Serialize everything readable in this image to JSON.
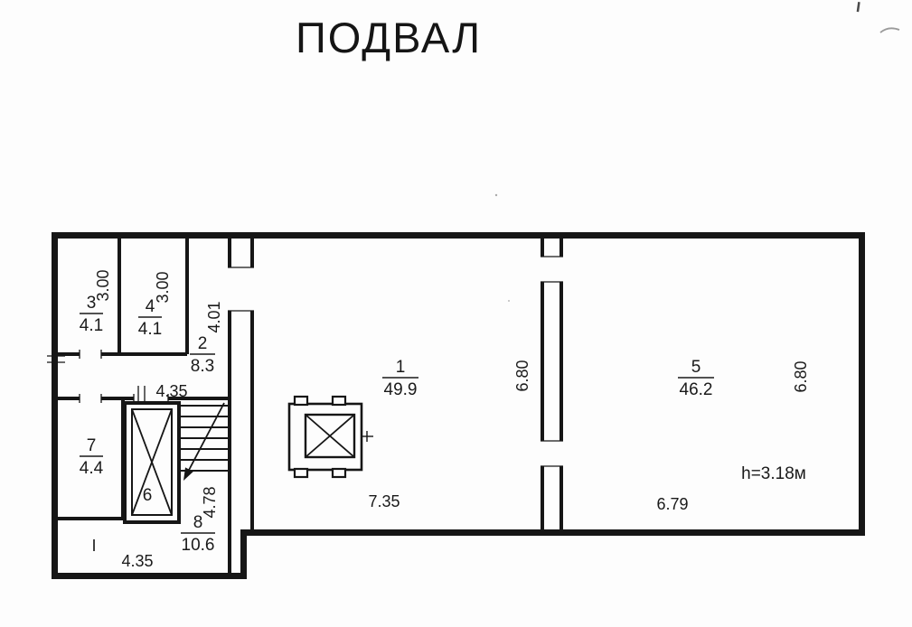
{
  "page": {
    "title": "ПОДВАЛ"
  },
  "rooms": {
    "r1": {
      "number": "1",
      "area": "49.9"
    },
    "r2": {
      "number": "2",
      "area": "8.3"
    },
    "r3": {
      "number": "3",
      "area": "4.1"
    },
    "r4": {
      "number": "4",
      "area": "4.1"
    },
    "r5": {
      "number": "5",
      "area": "46.2"
    },
    "r6": {
      "number": "6"
    },
    "r7": {
      "number": "7",
      "area": "4.4"
    },
    "r8": {
      "number": "8",
      "area": "10.6"
    }
  },
  "dims": {
    "room3_height": "3.00",
    "room4_height": "3.00",
    "corridor_vertical": "4.01",
    "corridor_width": "4.35",
    "stairwell_height": "4.78",
    "bottom_width": "4.35",
    "room1_width": "7.35",
    "room1_depth": "6.80",
    "room5_width": "6.79",
    "room5_depth": "6.80",
    "ceiling_height_note": "h=3.18м",
    "entrance_mark": "I"
  },
  "colors": {
    "ink": "#1a1a1a",
    "paper": "#fdfdfd"
  }
}
